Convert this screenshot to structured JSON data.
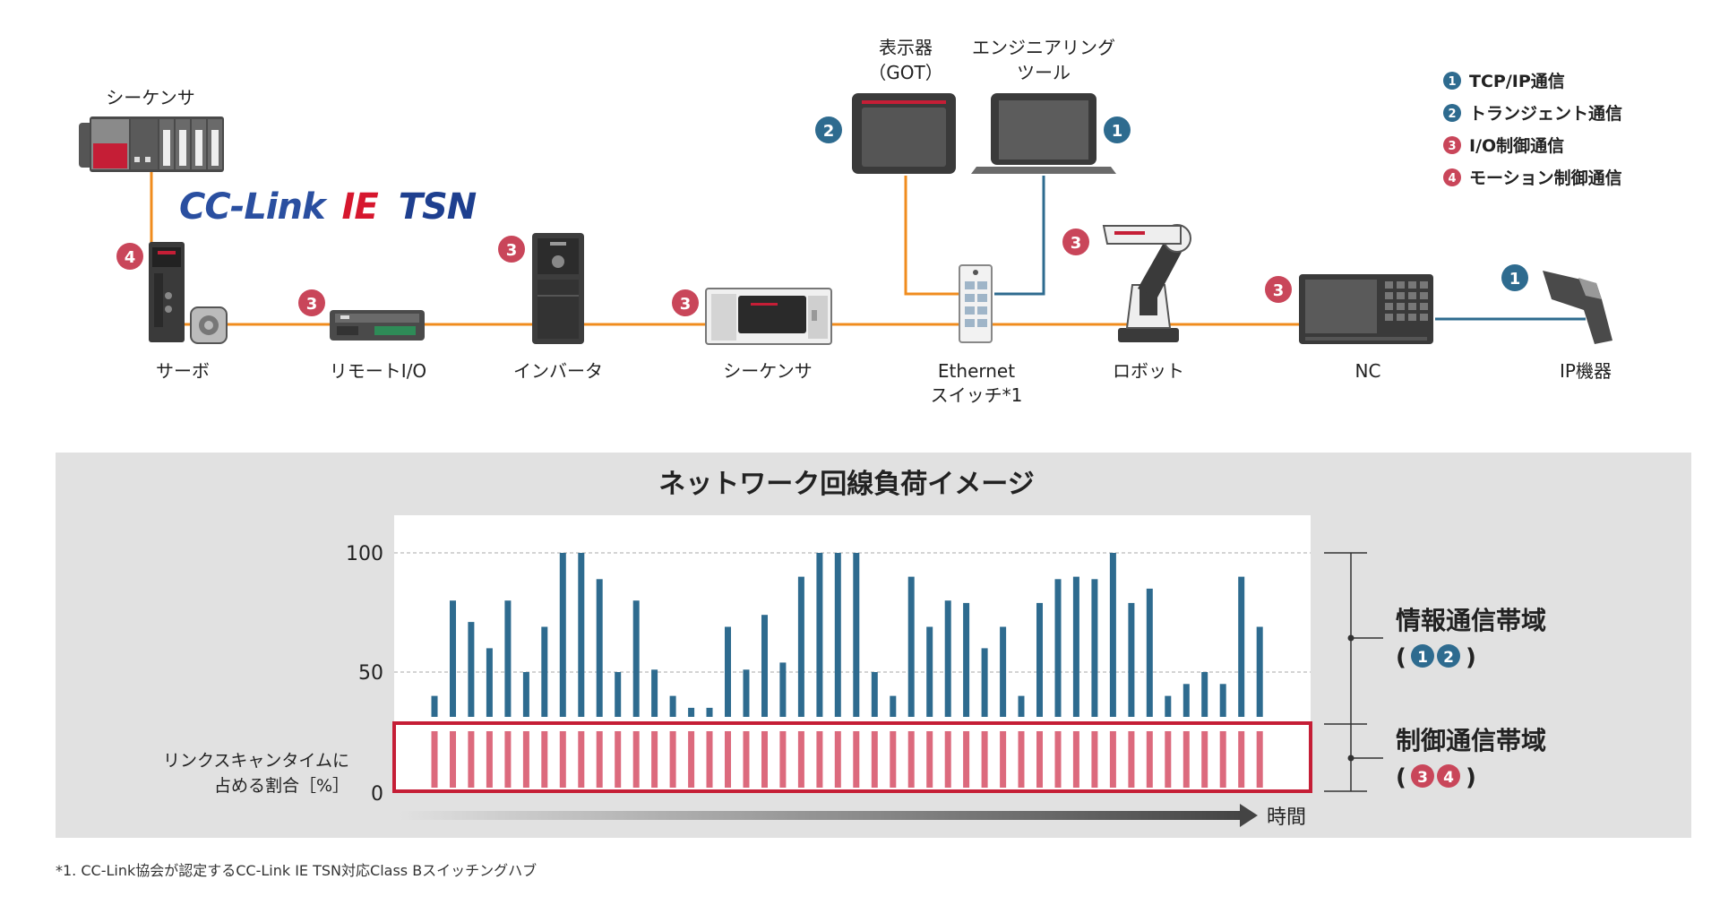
{
  "logo": {
    "text_cc": "CC-Link",
    "text_ie": "IE",
    "text_tsn": "TSN"
  },
  "devices": {
    "top_sequencer": "シーケンサ",
    "servo": "サーボ",
    "remote_io": "リモートI/O",
    "inverter": "インバータ",
    "sequencer": "シーケンサ",
    "display_line1": "表示器",
    "display_line2": "（GOT）",
    "tool_line1": "エンジニアリング",
    "tool_line2": "ツール",
    "switch_line1": "Ethernet",
    "switch_line2": "スイッチ*1",
    "robot": "ロボット",
    "nc": "NC",
    "ip_device": "IP機器"
  },
  "badges": {
    "b1": "1",
    "b2": "2",
    "b3": "3",
    "b4": "4"
  },
  "legend": [
    {
      "num": "1",
      "label": "TCP/IP通信",
      "color": "#2e6b8f"
    },
    {
      "num": "2",
      "label": "トランジェント通信",
      "color": "#2e6b8f"
    },
    {
      "num": "3",
      "label": "I/O制御通信",
      "color": "#c9465a"
    },
    {
      "num": "4",
      "label": "モーション制御通信",
      "color": "#c9465a"
    }
  ],
  "colors": {
    "info": "#2e6b8f",
    "control": "#c9465a",
    "control_bar": "#dc6a7d",
    "network": "#f08c1e",
    "panel": "#e1e1e1"
  },
  "chart_data": {
    "type": "bar",
    "title": "ネットワーク回線負荷イメージ",
    "xlabel": "時間",
    "ylabel_line1": "リンクスキャンタイムに",
    "ylabel_line2": "占める割合［%］",
    "yticks": [
      "100",
      "50",
      "0"
    ],
    "ylim": [
      0,
      100
    ],
    "series": [
      {
        "values": [
          40,
          80,
          71,
          60,
          80,
          50,
          69,
          100,
          100,
          89,
          50,
          80,
          51,
          40,
          35,
          35,
          69,
          51,
          74,
          54,
          90,
          100,
          100,
          100,
          50,
          40,
          90,
          69,
          80,
          79,
          60,
          69,
          40,
          79,
          89,
          90,
          89,
          100,
          79,
          85,
          40,
          45,
          50,
          45,
          90,
          69
        ]
      },
      {
        "values": [
          28,
          28,
          28,
          28,
          28,
          28,
          28,
          28,
          28,
          28,
          28,
          28,
          28,
          28,
          28,
          28,
          28,
          28,
          28,
          28,
          28,
          28,
          28,
          28,
          28,
          28,
          28,
          28,
          28,
          28,
          28,
          28,
          28,
          28,
          28,
          28,
          28,
          28,
          28,
          28,
          28,
          28,
          28,
          28,
          28,
          28
        ]
      }
    ],
    "bands": [
      {
        "label": "情報通信帯域",
        "nums": [
          "1",
          "2"
        ]
      },
      {
        "label": "制御通信帯域",
        "nums": [
          "3",
          "4"
        ]
      }
    ]
  },
  "footnote": "*1. CC-Link協会が認定するCC-Link IE TSN対応Class Bスイッチングハブ"
}
